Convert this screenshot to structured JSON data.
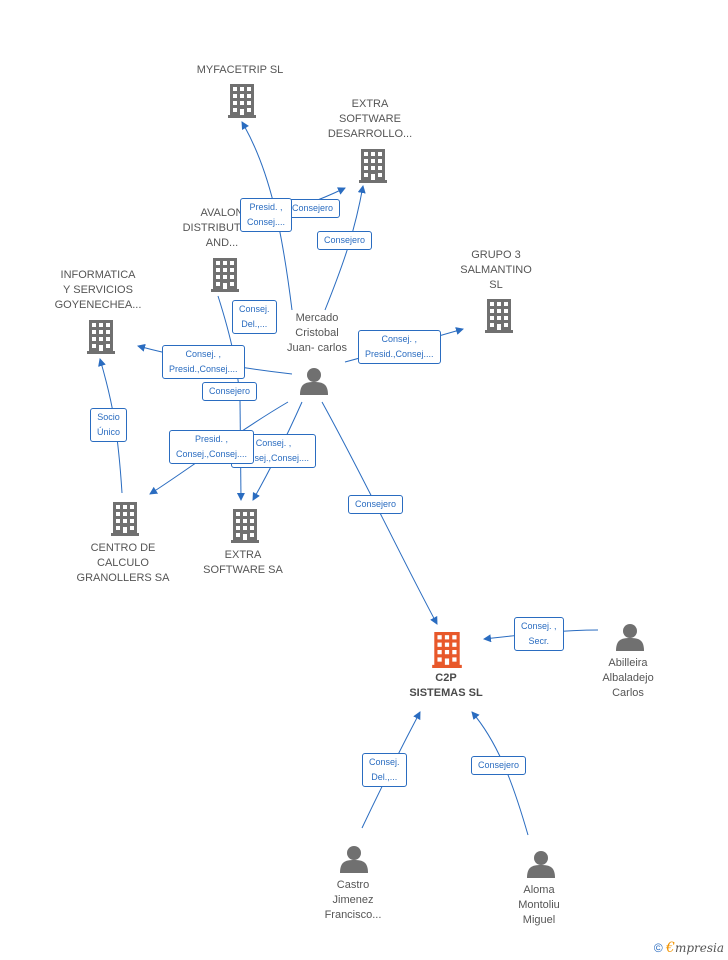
{
  "accent_color": "#2a6cc0",
  "company_color": "#707070",
  "main_company_color": "#e8582a",
  "person_color": "#707070",
  "nodes": {
    "myfacetrip": {
      "lines": [
        "MYFACETRIP SL"
      ],
      "icon": "building-icon"
    },
    "extra_software_desarrollo": {
      "lines": [
        "EXTRA",
        "SOFTWARE",
        "DESARROLLO..."
      ],
      "icon": "building-icon"
    },
    "avalon": {
      "lines": [
        "AVALON",
        "DISTRIBUTIO...",
        "AND..."
      ],
      "icon": "building-icon"
    },
    "grupo3": {
      "lines": [
        "GRUPO 3",
        "SALMANTINO",
        "SL"
      ],
      "icon": "building-icon"
    },
    "informatica": {
      "lines": [
        "INFORMATICA",
        "Y SERVICIOS",
        "GOYENECHEA..."
      ],
      "icon": "building-icon"
    },
    "mercado": {
      "lines": [
        "Mercado",
        "Cristobal",
        "Juan- carlos"
      ],
      "icon": "person-icon"
    },
    "centro_calculo": {
      "lines": [
        "CENTRO DE",
        "CALCULO",
        "GRANOLLERS SA"
      ],
      "icon": "building-icon"
    },
    "extra_software_sa": {
      "lines": [
        "EXTRA",
        "SOFTWARE SA"
      ],
      "icon": "building-icon"
    },
    "c2p": {
      "lines": [
        "C2P",
        "SISTEMAS SL"
      ],
      "icon": "building-icon"
    },
    "abilleira": {
      "lines": [
        "Abilleira",
        "Albaladejo",
        "Carlos"
      ],
      "icon": "person-icon"
    },
    "castro": {
      "lines": [
        "Castro",
        "Jimenez",
        "Francisco..."
      ],
      "icon": "person-icon"
    },
    "aloma": {
      "lines": [
        "Aloma",
        "Montoliu",
        "Miguel"
      ],
      "icon": "person-icon"
    }
  },
  "edge_labels": {
    "myfacetrip": [
      "Presid. ,",
      "Consej...."
    ],
    "extra_desarrollo_top": [
      "Consejero"
    ],
    "extra_desarrollo": [
      "Consejero"
    ],
    "avalon": [
      "Consej.",
      "Del.,..."
    ],
    "grupo3": [
      "Consej. ,",
      "Presid.,Consej...."
    ],
    "informatica": [
      "Consej. ,",
      "Presid.,Consej...."
    ],
    "consejero_mid": [
      "Consejero"
    ],
    "socio": [
      "Socio",
      "Único"
    ],
    "centro": [
      "Presid. ,",
      "Consej.,Consej...."
    ],
    "extra_sa": [
      "Consej. ,",
      "Consej.,Consej...."
    ],
    "c2p_mercado": [
      "Consejero"
    ],
    "abilleira": [
      "Consej. ,",
      "Secr."
    ],
    "castro": [
      "Consej.",
      "Del.,..."
    ],
    "aloma": [
      "Consejero"
    ]
  },
  "footer": {
    "copyright": "©",
    "brand_first": "€",
    "brand_rest": "mpresia"
  }
}
